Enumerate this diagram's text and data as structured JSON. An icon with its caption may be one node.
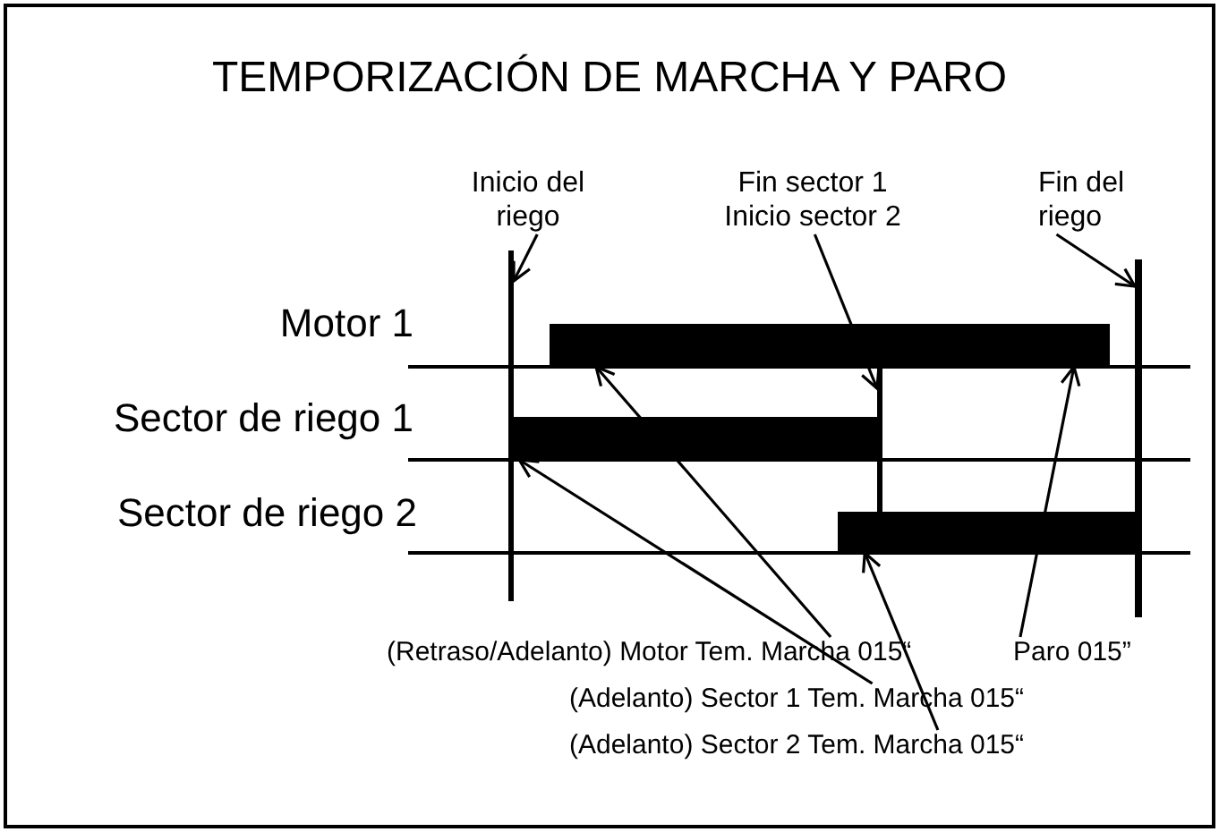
{
  "diagram": {
    "title": "TEMPORIZACIÓN DE MARCHA Y PARO",
    "nodes": [
      {
        "text": [
          "Inicio del riego"
        ]
      },
      {
        "text": [
          "Fin sector 1 Inicio sector 2"
        ]
      },
      {
        "text": [
          "Fin del riego"
        ]
      },
      {
        "text": [],
        "shape": "bar"
      },
      {
        "text": [],
        "shape": "bar"
      },
      {
        "text": [],
        "shape": "bar"
      },
      {
        "text": [],
        "shape": "bar"
      },
      {
        "text": [],
        "shape": "bar"
      },
      {
        "text": [],
        "shape": "bar"
      },
      {
        "text": [
          "(Retraso/Adelanto) Motor  Tem. Marcha 015“"
        ]
      },
      {
        "text": [
          "Paro 015”"
        ]
      },
      {
        "text": [
          "(Adelanto) Sector 1 Tem. Marcha 015“"
        ]
      },
      {
        "text": [
          "(Adelanto) Sector 2 Tem. Marcha 015“"
        ]
      }
    ],
    "edges": [
      {
        "from": 0,
        "to": 3,
        "arrow": "to"
      },
      {
        "from": 1,
        "to": 8,
        "arrow": "to"
      },
      {
        "from": 2,
        "to": 4,
        "arrow": "to"
      },
      {
        "from": 9,
        "to": 5,
        "arrow": "to"
      },
      {
        "from": 10,
        "to": 5,
        "arrow": "to"
      },
      {
        "from": 11,
        "to": 6,
        "arrow": "to"
      },
      {
        "from": 12,
        "to": 7,
        "arrow": "to"
      }
    ],
    "labels": [
      "Motor 1",
      "Sector de riego 1",
      "Sector de riego 2"
    ]
  }
}
